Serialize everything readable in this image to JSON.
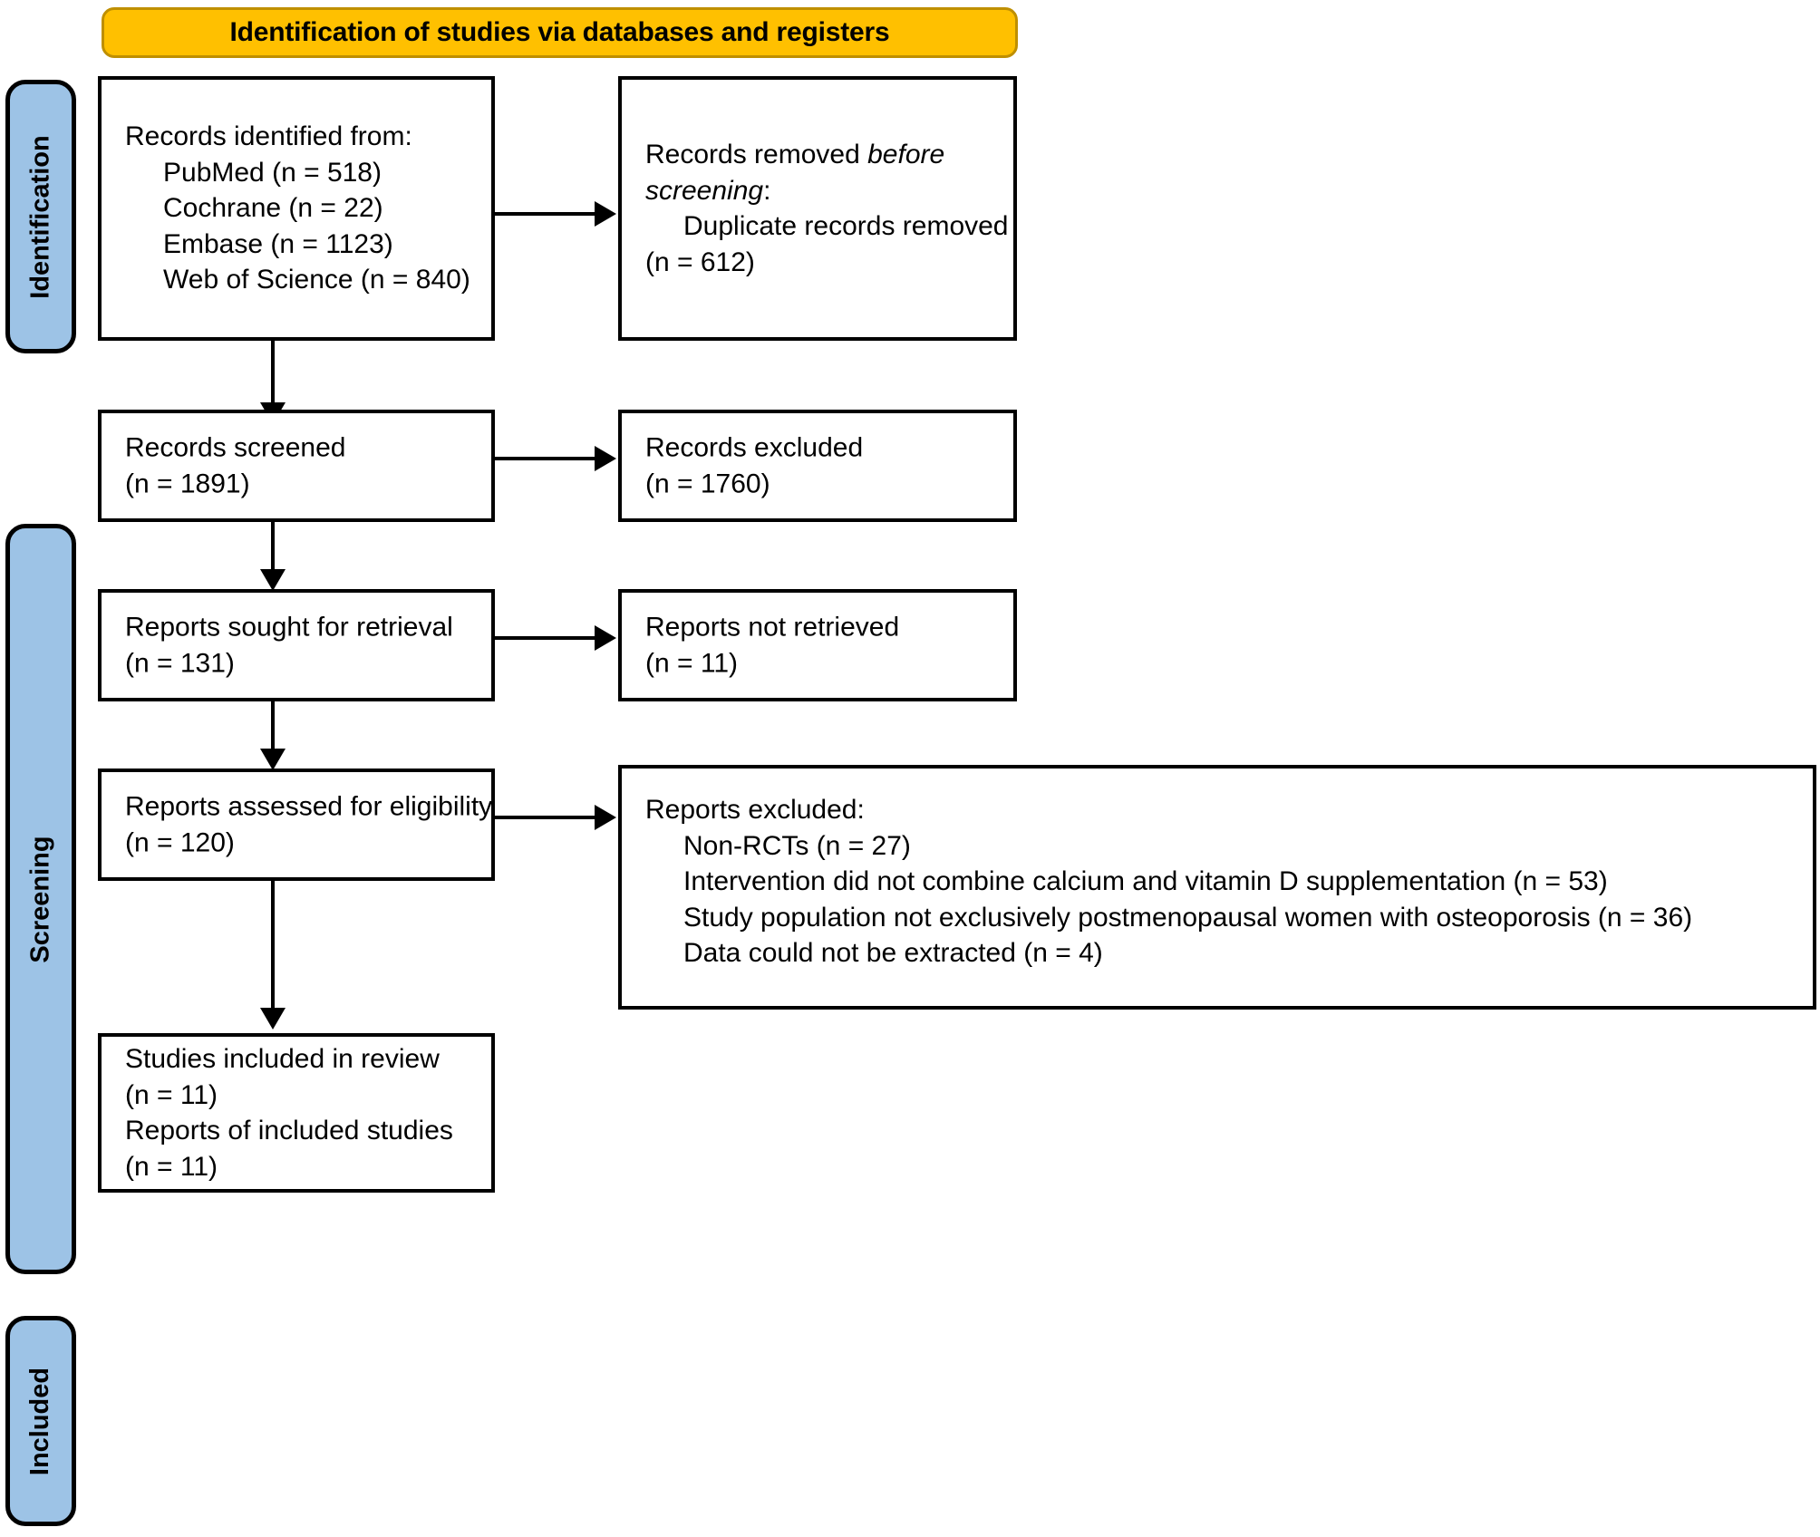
{
  "diagram": {
    "title": "Identification of studies via databases and registers",
    "type": "PRISMA 2020 flow diagram",
    "colors": {
      "banner_fill": "#FFC000",
      "banner_border": "#BF8F00",
      "phase_fill": "#9DC3E6",
      "box_border": "#000000",
      "box_fill": "#FFFFFF",
      "text": "#000000"
    }
  },
  "phases": [
    {
      "id": "identification",
      "label": "Identification"
    },
    {
      "id": "screening",
      "label": "Screening"
    },
    {
      "id": "included",
      "label": "Included"
    }
  ],
  "boxes": {
    "records_identified": {
      "id": "records-identified",
      "lines": [
        {
          "text": "Records identified from:",
          "indent": 0
        },
        {
          "text": "PubMed (n = 518)",
          "indent": 1
        },
        {
          "text": "Cochrane (n = 22)",
          "indent": 1
        },
        {
          "text": "Embase (n = 1123)",
          "indent": 1
        },
        {
          "text": "Web of Science (n = 840)",
          "indent": 1
        }
      ]
    },
    "records_removed": {
      "id": "records-removed-before-screening",
      "lead": "Records removed ",
      "lead_italic": "before",
      "lead_italic2": "screening",
      "lead_tail": ":",
      "lines": [
        {
          "text": "Duplicate records removed",
          "indent": 1
        },
        {
          "text": "(n = 612)",
          "indent": 0
        }
      ]
    },
    "records_screened": {
      "id": "records-screened",
      "lines": [
        {
          "text": "Records screened",
          "indent": 0
        },
        {
          "text": "(n = 1891)",
          "indent": 0
        }
      ]
    },
    "records_excluded": {
      "id": "records-excluded",
      "lines": [
        {
          "text": "Records excluded",
          "indent": 0
        },
        {
          "text": "(n = 1760)",
          "indent": 0
        }
      ]
    },
    "reports_sought": {
      "id": "reports-sought-for-retrieval",
      "lines": [
        {
          "text": "Reports sought for retrieval",
          "indent": 0
        },
        {
          "text": "(n = 131)",
          "indent": 0
        }
      ]
    },
    "reports_not_retrieved": {
      "id": "reports-not-retrieved",
      "lines": [
        {
          "text": "Reports not retrieved",
          "indent": 0
        },
        {
          "text": "(n = 11)",
          "indent": 0
        }
      ]
    },
    "reports_assessed": {
      "id": "reports-assessed-for-eligibility",
      "lines": [
        {
          "text": "Reports assessed for eligibility",
          "indent": 0
        },
        {
          "text": "(n = 120)",
          "indent": 0
        }
      ]
    },
    "reports_excluded": {
      "id": "reports-excluded",
      "lines": [
        {
          "text": "Reports excluded:",
          "indent": 0
        },
        {
          "text": "Non-RCTs (n = 27)",
          "indent": 1
        },
        {
          "text": "Intervention did not combine calcium and vitamin D supplementation (n = 53)",
          "indent": 1
        },
        {
          "text": "Study population not exclusively postmenopausal women with osteoporosis (n = 36)",
          "indent": 1
        },
        {
          "text": "Data could not be extracted (n = 4)",
          "indent": 1
        }
      ]
    },
    "studies_included": {
      "id": "studies-included-in-review",
      "lines": [
        {
          "text": "Studies included in review",
          "indent": 0
        },
        {
          "text": "(n = 11)",
          "indent": 0
        },
        {
          "text": "Reports of included studies",
          "indent": 0
        },
        {
          "text": "(n = 11)",
          "indent": 0
        }
      ]
    }
  },
  "flow_counts": {
    "pubmed": 518,
    "cochrane": 22,
    "embase": 1123,
    "web_of_science": 840,
    "duplicates_removed": 612,
    "records_screened": 1891,
    "records_excluded": 1760,
    "reports_sought": 131,
    "reports_not_retrieved": 11,
    "reports_assessed": 120,
    "excluded_non_rct": 27,
    "excluded_no_combined_supplement": 53,
    "excluded_population": 36,
    "excluded_no_data": 4,
    "studies_included": 11,
    "reports_included": 11
  }
}
